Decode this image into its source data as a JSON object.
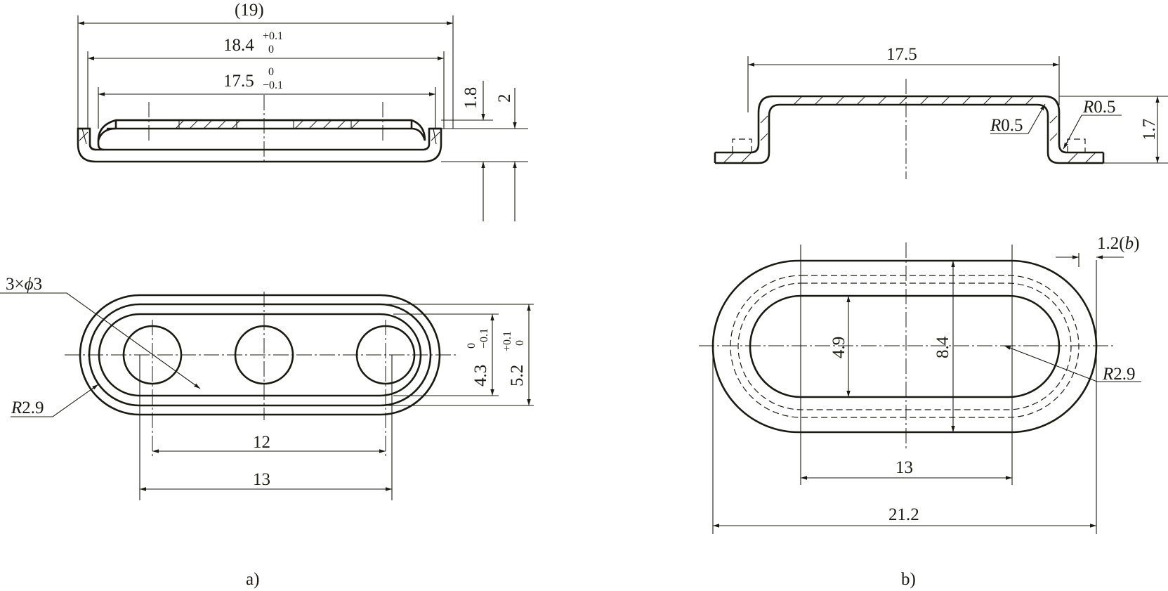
{
  "figure_a": {
    "caption": "a)",
    "dims": {
      "overall": "(19)",
      "d184": "18.4",
      "d184_upper": "+0.1",
      "d184_lower": "0",
      "d175": "17.5",
      "d175_upper": "0",
      "d175_lower": "−0.1",
      "h18": "1.8",
      "h2": "2",
      "holes": "3×",
      "holes_phi": "ϕ",
      "holes_size": "3",
      "radius": "R",
      "radius_val": "2.9",
      "w43": "4.3",
      "w43_upper": "0",
      "w43_lower": "−0.1",
      "w52": "5.2",
      "w52_upper": "+0.1",
      "w52_lower": "0",
      "pitch": "12",
      "length": "13"
    }
  },
  "figure_b": {
    "caption": "b)",
    "dims": {
      "top": "17.5",
      "height": "1.7",
      "r_left": "R",
      "r_left_val": "0.5",
      "r_right": "R",
      "r_right_val": "0.5",
      "width_inner": "4.9",
      "width_outer": "8.4",
      "flange": "1.2(",
      "flange_b": "b",
      "flange_close": ")",
      "radius": "R",
      "radius_val": "2.9",
      "length": "13",
      "overall": "21.2"
    }
  }
}
